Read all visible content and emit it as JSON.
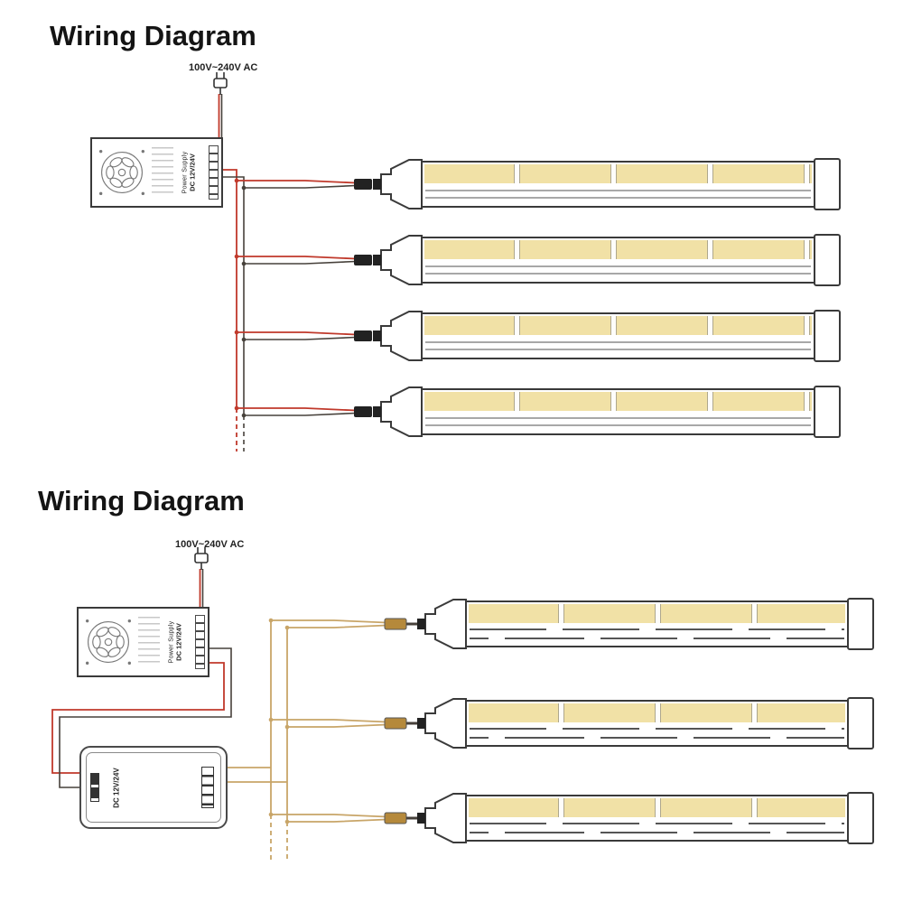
{
  "diagram1": {
    "title": "Wiring Diagram",
    "ac_label": "100V~240V AC",
    "psu": {
      "name": "Power Supply",
      "rating": "DC 12V/24V"
    },
    "strip_count": 4
  },
  "diagram2": {
    "title": "Wiring Diagram",
    "ac_label": "100V~240V AC",
    "psu": {
      "name": "Power Supply",
      "rating": "DC 12V/24V"
    },
    "controller_label": "DC 12V/24V",
    "strip_count": 3
  },
  "colors": {
    "strip_yellow": "#f1e1a6",
    "wire_red": "#c0392b",
    "wire_dark": "#47413b",
    "wire_tan": "#c8a568",
    "wire_gold": "#b5893b",
    "outline": "#3a3a3a"
  }
}
